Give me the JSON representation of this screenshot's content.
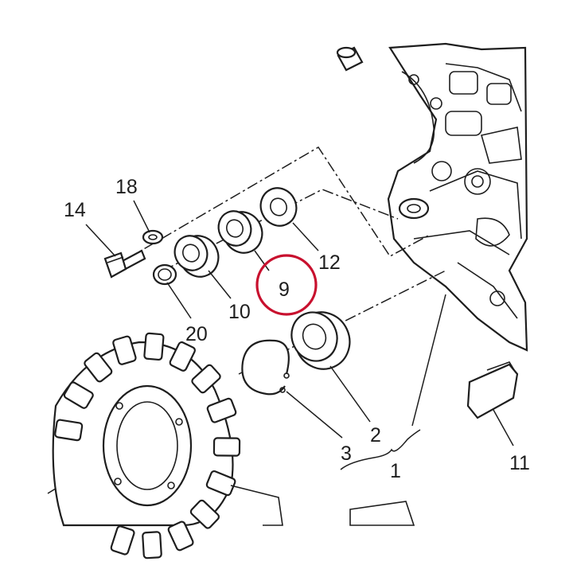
{
  "diagram": {
    "highlight_color": "#c8102e",
    "line_color": "#1e1e1e",
    "highlighted_part": "9",
    "callouts": {
      "p14": "14",
      "p18": "18",
      "p20": "20",
      "p10": "10",
      "p9": "9",
      "p12": "12",
      "p2": "2",
      "p3": "3",
      "p1": "1",
      "p11": "11"
    }
  }
}
